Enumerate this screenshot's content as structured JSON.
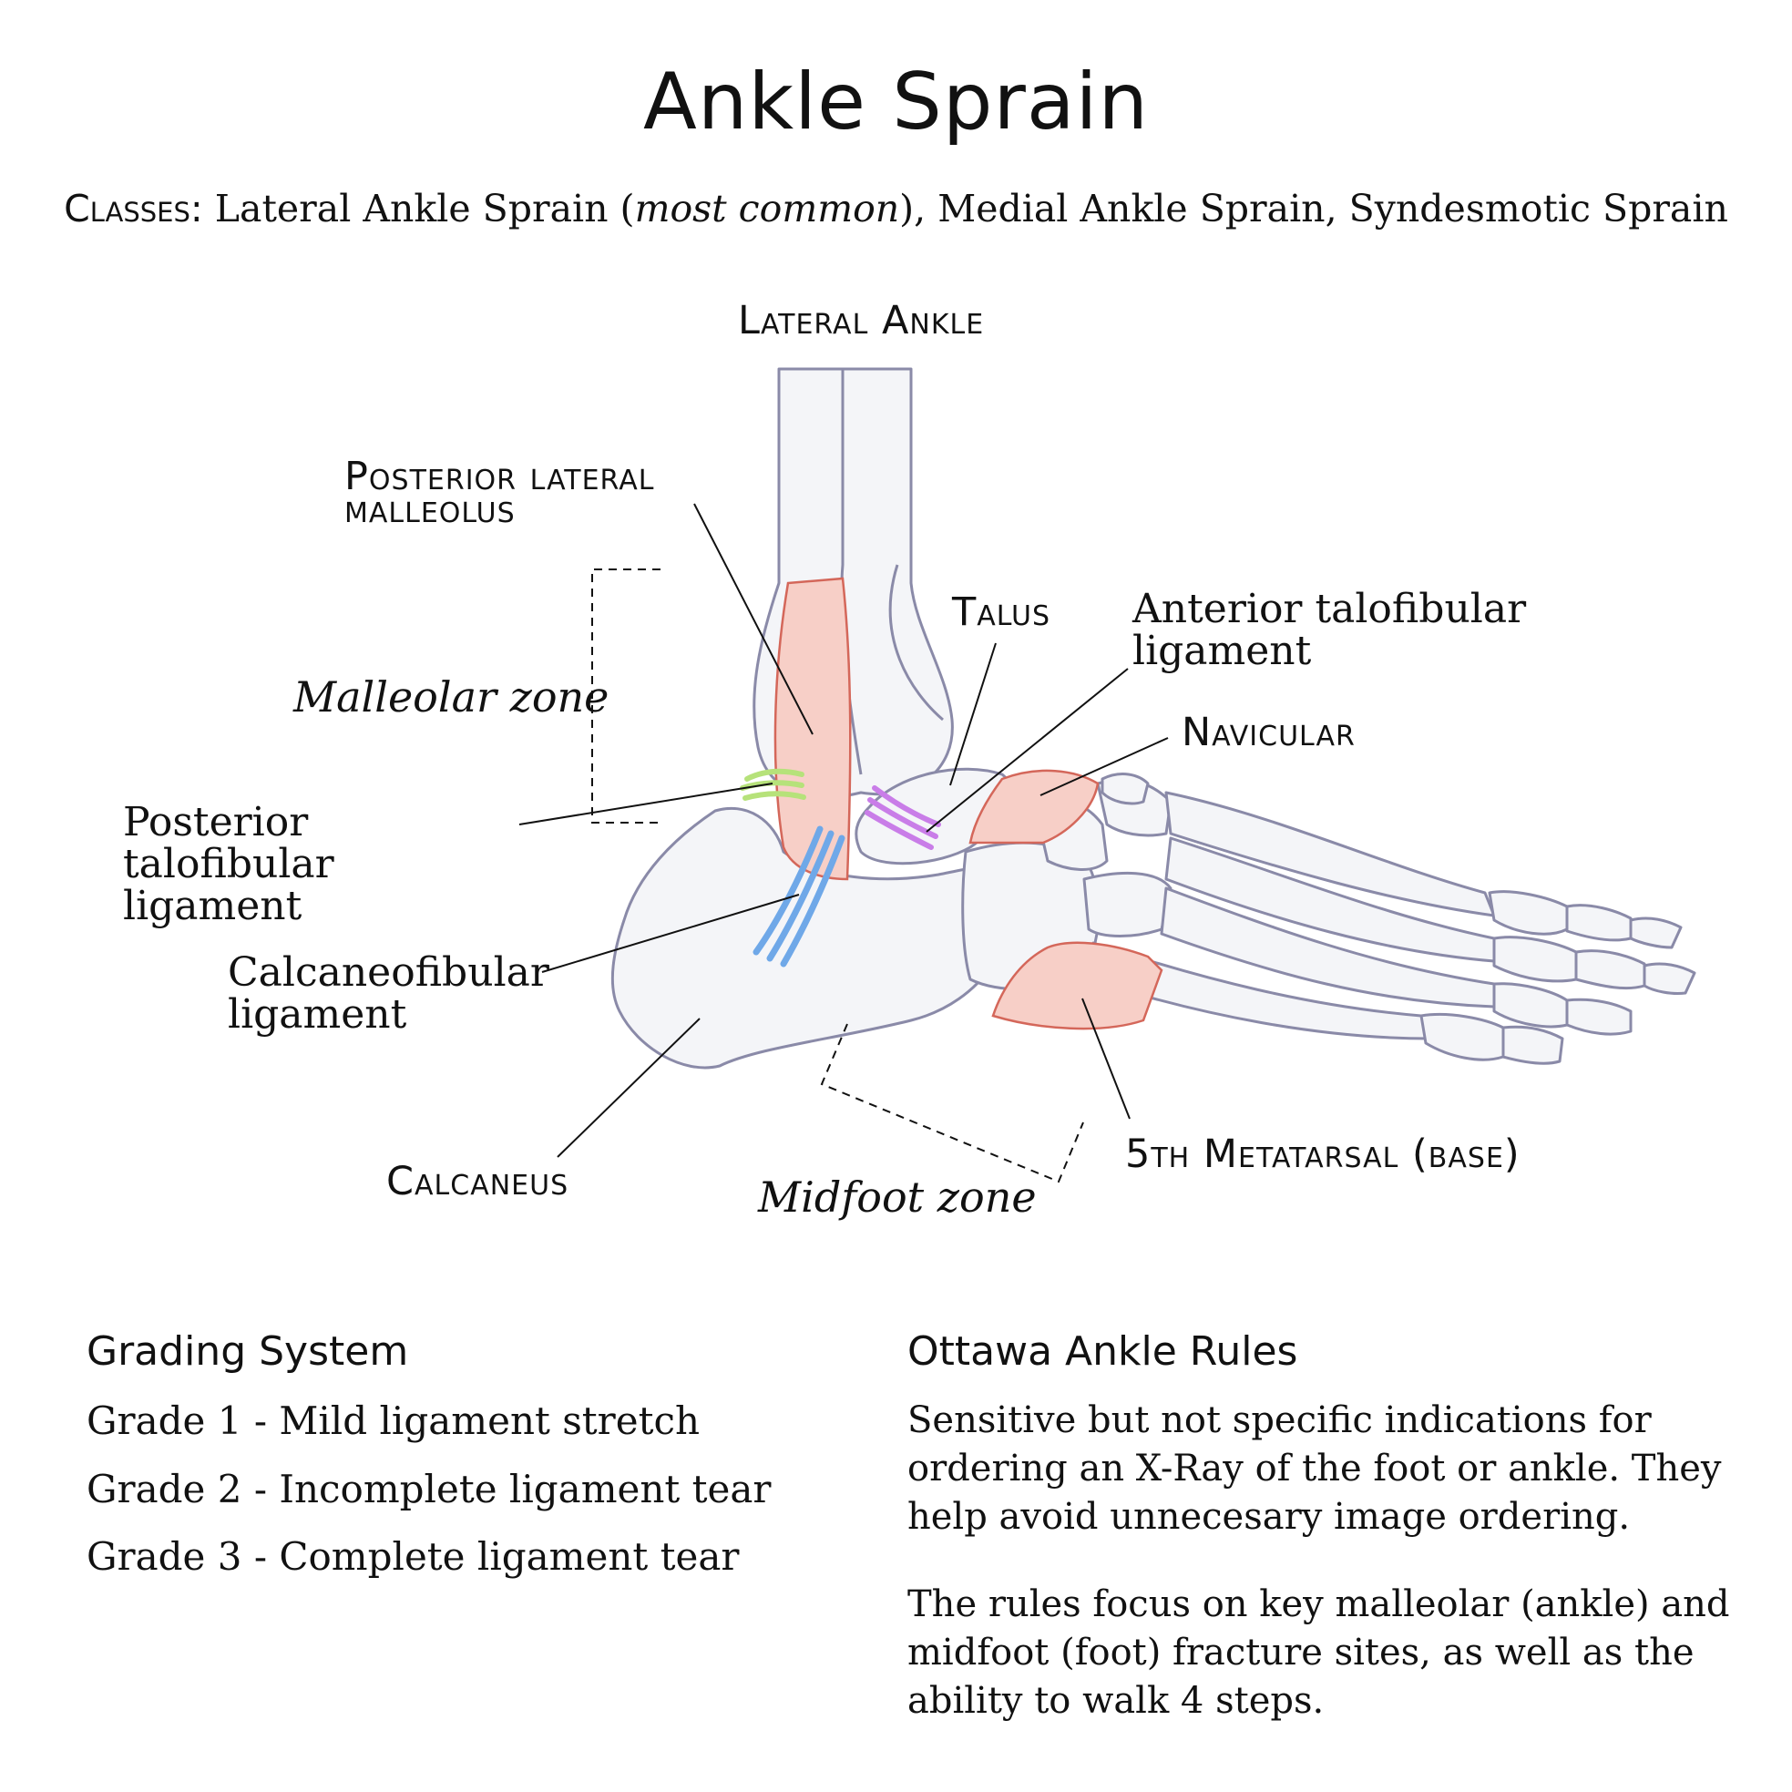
{
  "title": "Ankle Sprain",
  "classes": {
    "label": "Classes:",
    "text_before": " Lateral Ankle Sprain (",
    "emphasis": "most common",
    "text_after": "), Medial Ankle Sprain, Syndesmotic Sprain"
  },
  "diagram": {
    "view_label": "Lateral Ankle",
    "labels": {
      "posterior_lateral_malleolus": "Posterior lateral malleolus",
      "talus": "Talus",
      "anterior_talofibular": "Anterior talofibular ligament",
      "navicular": "Navicular",
      "posterior_talofibular": "Posterior talofibular ligament",
      "calcaneofibular": "Calcaneofibular ligament",
      "calcaneus": "Calcaneus",
      "fifth_metatarsal": "5th Metatarsal (base)"
    },
    "zones": {
      "malleolar": "Malleolar zone",
      "midfoot": "Midfoot zone"
    },
    "colors": {
      "bone_fill": "#f4f5f8",
      "bone_stroke": "#8a8aa8",
      "highlight_fill": "#f7cfc7",
      "highlight_stroke": "#d4675a",
      "posterior_talofibular": "#b6e27a",
      "anterior_talofibular": "#c97de8",
      "calcaneofibular": "#6fa8e8"
    }
  },
  "grading": {
    "heading": "Grading System",
    "items": [
      "Grade 1 - Mild ligament stretch",
      "Grade 2 - Incomplete ligament tear",
      "Grade 3 - Complete ligament tear"
    ]
  },
  "ottawa": {
    "heading": "Ottawa Ankle Rules",
    "paragraphs": [
      "Sensitive but not specific indications for ordering an X-Ray of the foot or ankle. They help avoid unnecesary image ordering.",
      "The rules focus on key malleolar (ankle) and midfoot (foot) fracture sites, as well as the ability to walk 4 steps."
    ]
  }
}
